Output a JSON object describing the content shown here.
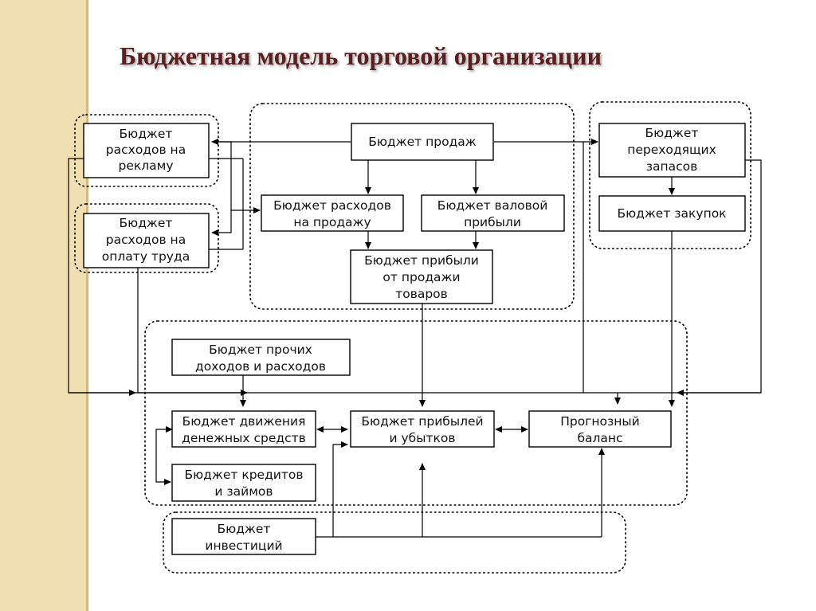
{
  "title": "Бюджетная модель торговой организации",
  "boxes": {
    "sales": [
      "Бюджет продаж"
    ],
    "advertising": [
      "Бюджет",
      "расходов на",
      "рекламу"
    ],
    "payroll": [
      "Бюджет",
      "расходов на",
      "оплату труда"
    ],
    "selling_expenses": [
      "Бюджет расходов",
      "на продажу"
    ],
    "gross_profit": [
      "Бюджет валовой",
      "прибыли"
    ],
    "sales_profit": [
      "Бюджет прибыли",
      "от продажи",
      "товаров"
    ],
    "carryover_stock": [
      "Бюджет",
      "переходящих",
      "запасов"
    ],
    "purchases": [
      "Бюджет закупок"
    ],
    "other_income": [
      "Бюджет прочих",
      "доходов и расходов"
    ],
    "cash_flow": [
      "Бюджет движения",
      "денежных средств"
    ],
    "profit_loss": [
      "Бюджет прибылей",
      "и убытков"
    ],
    "forecast_balance": [
      "Прогнозный",
      "баланс"
    ],
    "credits": [
      "Бюджет кредитов",
      "и займов"
    ],
    "investments": [
      "Бюджет",
      "инвестиций"
    ]
  }
}
